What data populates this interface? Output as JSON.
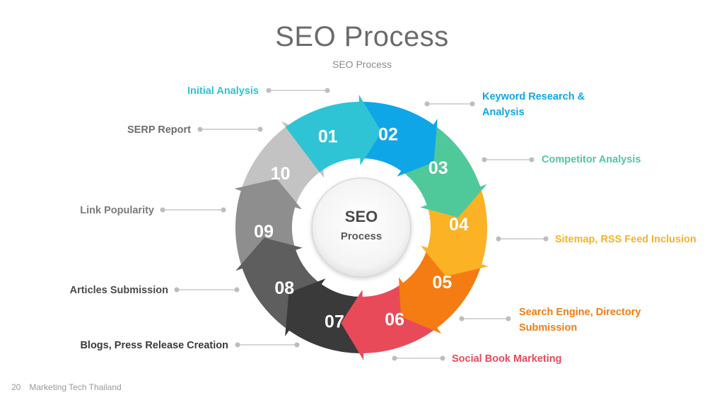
{
  "title": "SEO Process",
  "subtitle": "SEO Process",
  "center": {
    "line1": "SEO",
    "line2": "Process"
  },
  "steps": [
    {
      "num": "01",
      "label": "Initial Analysis",
      "color": "#2ec4d6"
    },
    {
      "num": "02",
      "label_lines": [
        "Keyword Research &",
        "Analysis"
      ],
      "color": "#0fa6e8"
    },
    {
      "num": "03",
      "label": "Competitor Analysis",
      "color": "#4fc99a"
    },
    {
      "num": "04",
      "label": "Sitemap, RSS Feed Inclusion",
      "color": "#fbb224"
    },
    {
      "num": "05",
      "label_lines": [
        "Search Engine, Directory",
        "Submission"
      ],
      "color": "#f57c12"
    },
    {
      "num": "06",
      "label": "Social Book Marketing",
      "color": "#e84a5a"
    },
    {
      "num": "07",
      "label": "Blogs, Press Release Creation",
      "color": "#3a3a3a"
    },
    {
      "num": "08",
      "label": "Articles Submission",
      "color": "#5e5e5e"
    },
    {
      "num": "09",
      "label": "Link Popularity",
      "color": "#8e8e8e"
    },
    {
      "num": "10",
      "label": "SERP Report",
      "color": "#c3c3c3"
    }
  ],
  "footer": {
    "page": "20",
    "text": "Marketing Tech Thailand"
  }
}
